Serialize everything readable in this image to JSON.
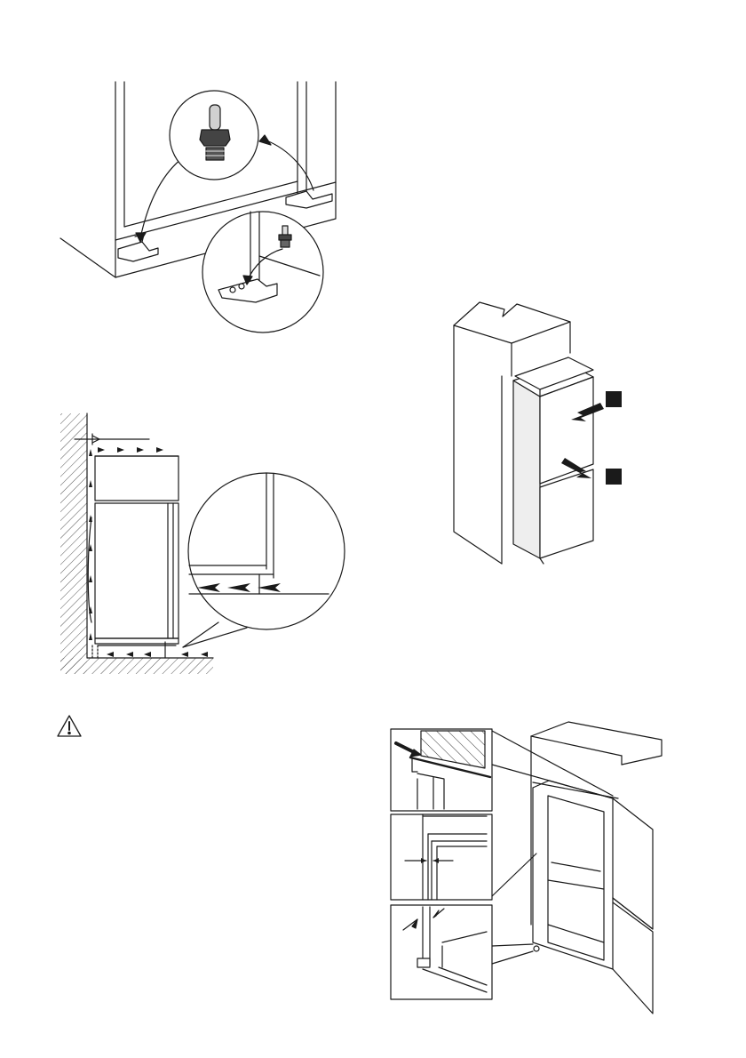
{
  "page": {
    "title": "",
    "figures": [
      {
        "id": "feet-and-brackets",
        "description_label": ""
      },
      {
        "id": "ventilation-section",
        "description_label": ""
      },
      {
        "id": "install-into-niche",
        "description_label": ""
      },
      {
        "id": "door-alignment-details",
        "description_label": ""
      }
    ]
  },
  "warning": {
    "icon": "warning-triangle-icon"
  },
  "colors": {
    "line": "#1a1a1a",
    "hatch": "#555555",
    "panel": "#eeeeee",
    "black": "#111111"
  }
}
